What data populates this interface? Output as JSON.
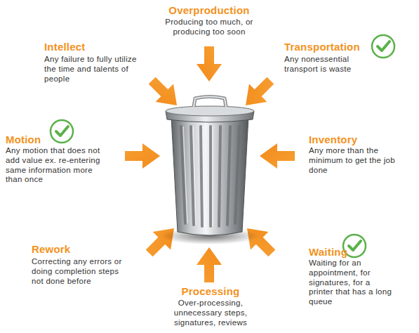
{
  "diagram": {
    "labels": [
      "Overproduction",
      "Producing too much, or producing too soon",
      "Intellect",
      "Any failure to fully utilize the time and talents of people",
      "Transportation",
      "Any nonessential transport is waste",
      "Motion",
      "Any motion that does not add value ex. re-entering same information more than once",
      "Inventory",
      "Any more than the minimum to get the job done",
      "Rework",
      "Correcting any errors or doing completion steps not done before",
      "Waiting",
      "Waiting for an appointment, for signatures, for a printer that has a long queue",
      "Processing",
      "Over-processing, unnecessary steps, signatures, reviews"
    ]
  }
}
